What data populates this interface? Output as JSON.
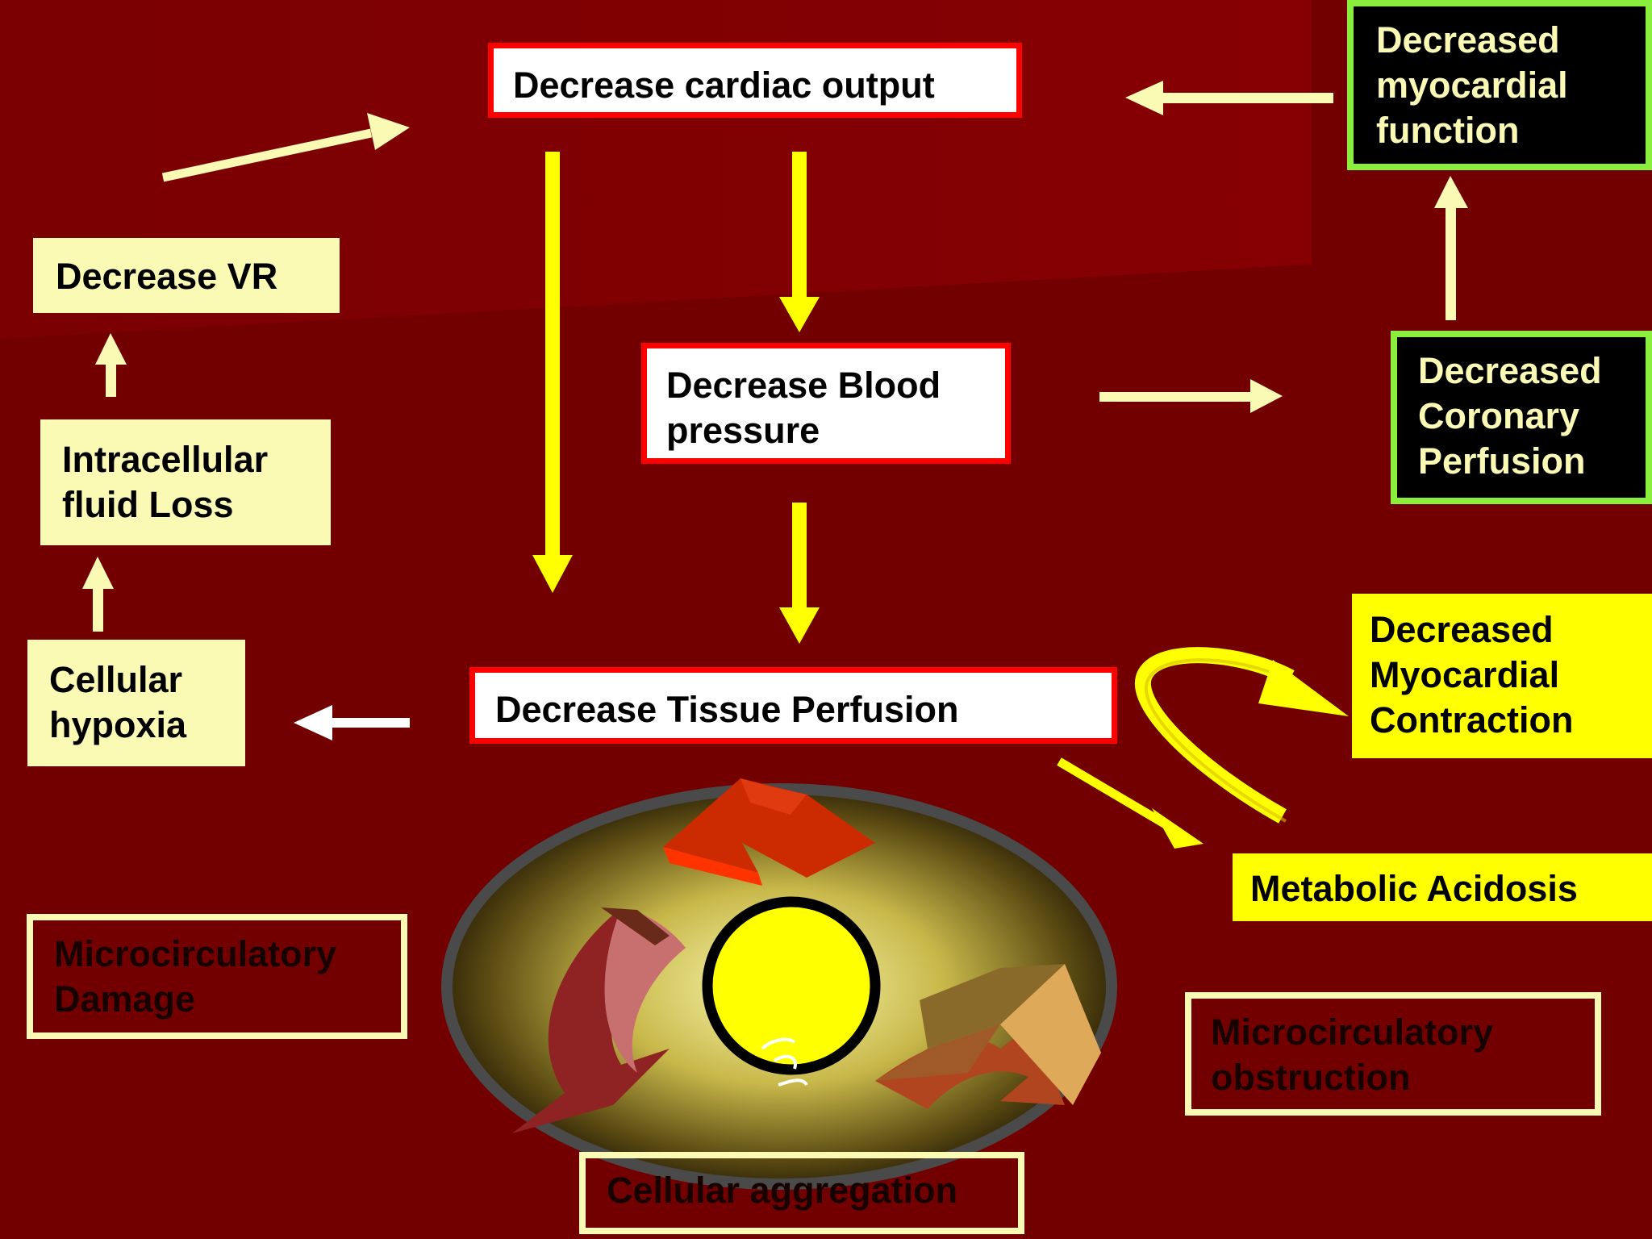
{
  "boxes": {
    "cardiac_output": "Decrease cardiac output",
    "blood_pressure": [
      "Decrease Blood",
      "pressure"
    ],
    "tissue_perfusion": "Decrease Tissue Perfusion",
    "decrease_vr": "Decrease VR",
    "intracellular": [
      "Intracellular",
      "fluid Loss"
    ],
    "cellular_hypoxia": [
      "Cellular",
      "hypoxia"
    ],
    "myocardial_function": [
      "Decreased",
      "myocardial",
      "function"
    ],
    "coronary_perfusion": [
      "Decreased",
      "Coronary",
      "Perfusion"
    ],
    "myocardial_contraction": [
      "Decreased",
      "Myocardial",
      "Contraction"
    ],
    "metabolic_acidosis": "Metabolic Acidosis",
    "micro_damage": [
      "Microcirculatory",
      "Damage"
    ],
    "micro_obstruction": [
      "Microcirculatory",
      "obstruction"
    ],
    "cellular_aggregation": "Cellular aggregation"
  },
  "colors": {
    "background": "#730000",
    "arrow_yellow": "#ffff00",
    "arrow_cream": "#fafab4",
    "box_border_red": "#ff0000",
    "box_border_green": "#8aef3c"
  },
  "icons": [
    "cell-ellipse-icon",
    "nucleus-icon",
    "curved-arrow-icon"
  ]
}
